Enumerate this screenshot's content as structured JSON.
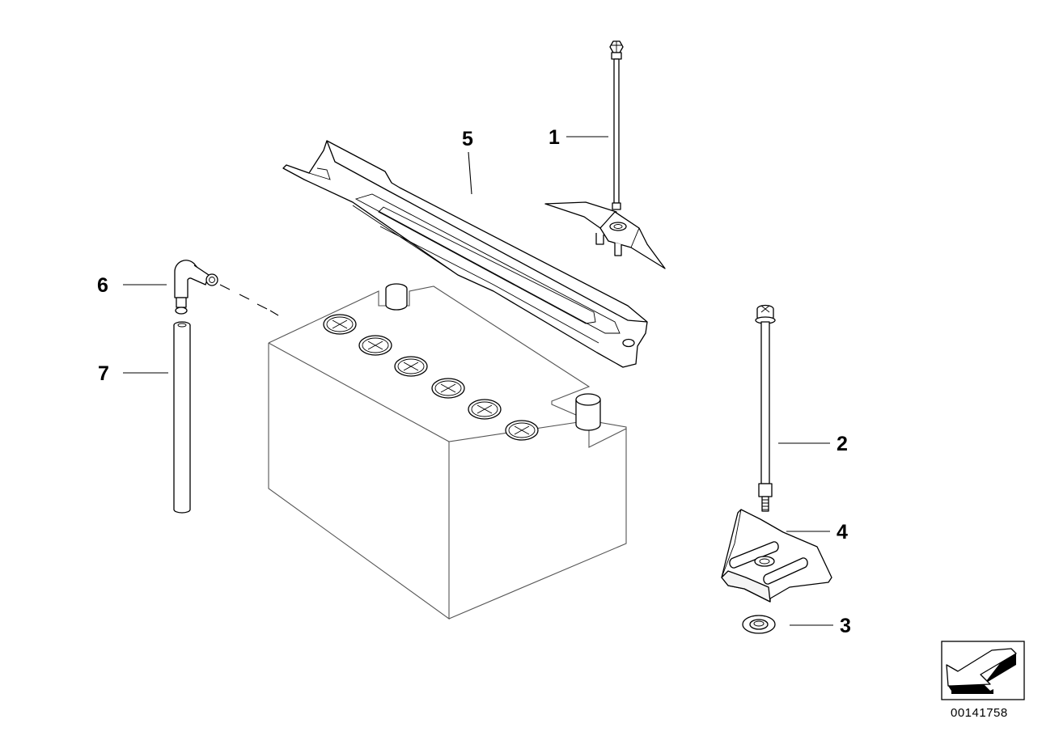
{
  "diagram": {
    "callouts": [
      {
        "id": "1",
        "label": "1"
      },
      {
        "id": "2",
        "label": "2"
      },
      {
        "id": "3",
        "label": "3"
      },
      {
        "id": "4",
        "label": "4"
      },
      {
        "id": "5",
        "label": "5"
      },
      {
        "id": "6",
        "label": "6"
      },
      {
        "id": "7",
        "label": "7"
      }
    ],
    "diagram_code": "00141758",
    "nav_icon": "arrow-down-left-icon"
  }
}
